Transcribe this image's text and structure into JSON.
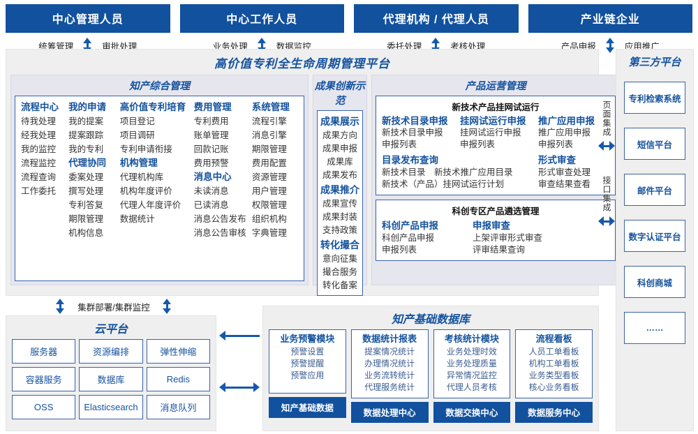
{
  "roles": [
    {
      "title": "中心管理人员",
      "left": "统筹管理",
      "right": "审批处理"
    },
    {
      "title": "中心工作人员",
      "left": "业务处理",
      "right": "数据监控"
    },
    {
      "title": "代理机构 / 代理人员",
      "left": "委托处理",
      "right": "考核处理"
    },
    {
      "title": "产业链企业",
      "left": "产品申报",
      "right": "应用推广"
    }
  ],
  "platform": {
    "title": "高价值专利全生命周期管理平台",
    "groups": {
      "zhichan": {
        "title": "知产综合管理",
        "columns": [
          {
            "blocks": [
              {
                "head": "流程中心",
                "items": [
                  "待我处理",
                  "经我处理",
                  "我的监控",
                  "流程监控",
                  "流程查询",
                  "工作委托"
                ]
              }
            ]
          },
          {
            "blocks": [
              {
                "head": "我的申请",
                "items": [
                  "我的提案",
                  "提案跟踪",
                  "我的专利"
                ]
              },
              {
                "head": "代理协同",
                "items": [
                  "委案处理",
                  "撰写处理",
                  "专利答复",
                  "期限管理",
                  "机构信息"
                ]
              }
            ]
          },
          {
            "blocks": [
              {
                "head": "高价值专利培育",
                "items": [
                  "项目登记",
                  "项目调研",
                  "专利申请衔接"
                ]
              },
              {
                "head": "机构管理",
                "items": [
                  "代理机构库",
                  "机构年度评价",
                  "代理人年度评价",
                  "数据统计"
                ]
              }
            ]
          },
          {
            "blocks": [
              {
                "head": "费用管理",
                "items": [
                  "专利费用",
                  "账单管理",
                  "回款记账",
                  "费用预警"
                ]
              },
              {
                "head": "消息中心",
                "items": [
                  "未读消息",
                  "已读消息",
                  "消息公告发布",
                  "消息公告审核"
                ]
              }
            ]
          },
          {
            "blocks": [
              {
                "head": "系统管理",
                "items": [
                  "流程引擎",
                  "消息引擎",
                  "期限管理",
                  "费用配置",
                  "资源管理",
                  "用户管理",
                  "权限管理",
                  "组织机构",
                  "字典管理"
                ]
              }
            ]
          }
        ]
      },
      "chengguo": {
        "title": "成果创新示范",
        "blocks": [
          {
            "head": "成果展示",
            "items": [
              "成果方向",
              "成果申报",
              "成果库",
              "成果发布"
            ]
          },
          {
            "head": "成果推介",
            "items": [
              "成果宣传",
              "成果封装",
              "支持政策"
            ]
          },
          {
            "head": "转化撮合",
            "items": [
              "意向征集",
              "撮合服务",
              "转化备案"
            ]
          }
        ]
      },
      "chanpin": {
        "title": "产品运营管理",
        "subboxes": [
          {
            "title": "新技术产品挂网试运行",
            "rows": [
              {
                "columns": [
                  {
                    "head": "新技术目录申报",
                    "items": [
                      "新技术目录申报",
                      "申报列表"
                    ]
                  },
                  {
                    "head": "挂网试运行申报",
                    "items": [
                      "挂网试运行申报",
                      "申报列表"
                    ]
                  },
                  {
                    "head": "推广应用申报",
                    "items": [
                      "推广应用申报",
                      "申报列表"
                    ]
                  }
                ]
              },
              {
                "columns": [
                  {
                    "head": "目录发布查询",
                    "items": [
                      "新技术目录　新技术推广应用目录",
                      "新技术（产品）挂网试运行计划"
                    ]
                  },
                  {
                    "head": "形式审查",
                    "items": [
                      "形式审查处理",
                      "审查结果查看"
                    ]
                  }
                ]
              }
            ]
          },
          {
            "title": "科创专区产品遴选管理",
            "rows": [
              {
                "columns": [
                  {
                    "head": "科创产品申报",
                    "items": [
                      "科创产品申报",
                      "申报列表"
                    ]
                  },
                  {
                    "head": "申报审查",
                    "items": [
                      "上架评审形式审查",
                      "评审结果查询"
                    ]
                  }
                ]
              }
            ]
          }
        ]
      }
    }
  },
  "integration": {
    "page_label": "页面集成",
    "api_label": "接口集成"
  },
  "third_party": {
    "title": "第三方平台",
    "items": [
      "专利检索系统",
      "短信平台",
      "邮件平台",
      "数字认证平台",
      "科创商城",
      "……"
    ]
  },
  "cluster": {
    "label": "集群部署/集群监控"
  },
  "cloud": {
    "title": "云平台",
    "cells": [
      "服务器",
      "资源编排",
      "弹性伸缩",
      "容器服务",
      "数据库",
      "Redis",
      "OSS",
      "Elasticsearch",
      "消息队列"
    ]
  },
  "database": {
    "title": "知产基础数据库",
    "columns": [
      {
        "head": "业务预警模块",
        "items": [
          "预警设置",
          "预警提醒",
          "预警应用"
        ],
        "foot": "知产基础数据"
      },
      {
        "head": "数据统计报表",
        "items": [
          "提案情况统计",
          "办理情况统计",
          "业务流转统计",
          "代理服务统计"
        ],
        "foot": "数据处理中心"
      },
      {
        "head": "考核统计模块",
        "items": [
          "业务处理时效",
          "业务处理质量",
          "异常情况监控",
          "代理人员考核"
        ],
        "foot": "数据交换中心"
      },
      {
        "head": "流程看板",
        "items": [
          "人员工单看板",
          "机构工单看板",
          "业务类型看板",
          "核心业务看板"
        ],
        "foot": "数据服务中心"
      }
    ]
  },
  "colors": {
    "navy": "#11519e",
    "accent": "#14529e",
    "border_blue": "#3a63a8",
    "panel_bg": "#efefef",
    "group_bg": "#e6e6ef"
  }
}
